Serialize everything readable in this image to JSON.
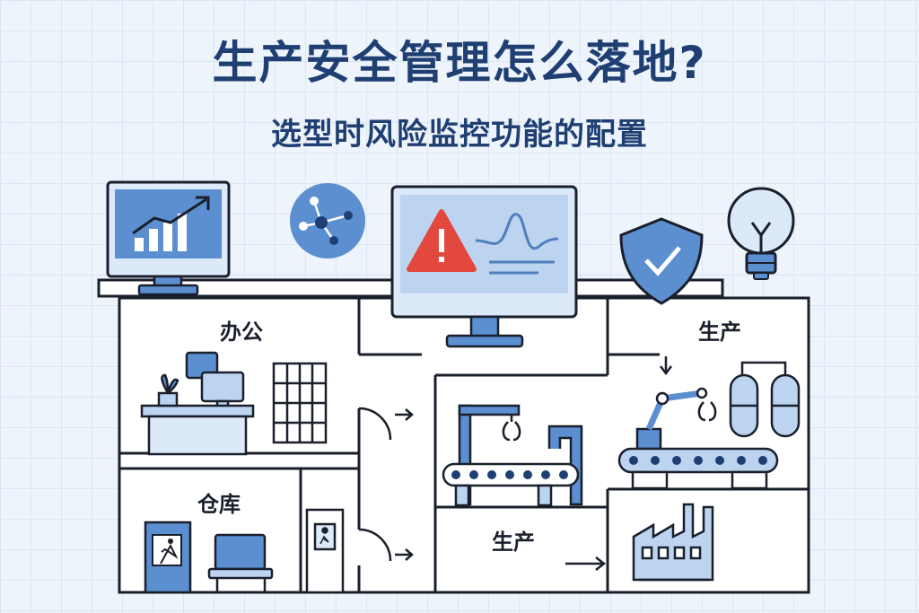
{
  "title": "生产安全管理怎么落地?",
  "subtitle": "选型时风险监控功能的配置",
  "rooms": {
    "office": "办公",
    "warehouse": "仓库",
    "production_top": "生产",
    "production_bottom": "生产"
  },
  "icons": {
    "analytics_monitor": "chart-monitor-icon",
    "network": "network-hub-icon",
    "alert_monitor": "warning-monitor-icon",
    "shield": "shield-check-icon",
    "bulb": "lightbulb-icon",
    "exit": "emergency-exit-icon",
    "factory": "factory-icon"
  },
  "colors": {
    "title": "#1f3f73",
    "outline": "#1a1f2c",
    "accent_blue": "#5b8fd0",
    "light_blue": "#bcd4f0",
    "alert_red": "#e2483d"
  }
}
